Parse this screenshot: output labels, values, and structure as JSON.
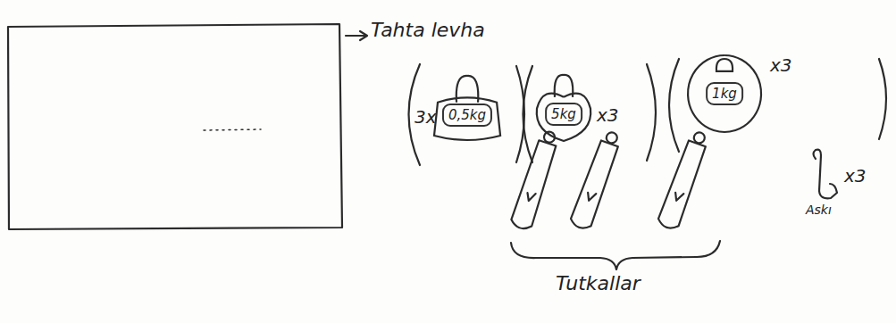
{
  "diagram": {
    "nodes": [
      {
        "text": [
          "0,5kg"
        ]
      },
      {
        "text": [
          "5kg"
        ]
      },
      {
        "text": [
          "1kg"
        ]
      }
    ],
    "labels": [
      "Tahta levha",
      "3x",
      "x3",
      "x3",
      "x3",
      "Askı",
      "Tutkallar"
    ]
  }
}
